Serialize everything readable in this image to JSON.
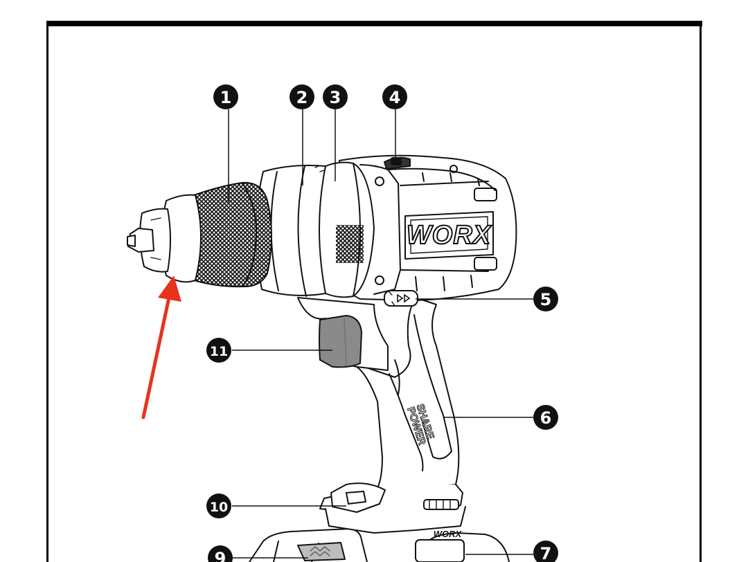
{
  "diagram": {
    "brand_logo": "WORX",
    "handle_logo_line1": "POWER",
    "handle_logo_line2": "SHARE",
    "battery_logo": "WORX",
    "callouts": [
      "1",
      "2",
      "3",
      "4",
      "5",
      "6",
      "7",
      "9",
      "10",
      "11"
    ]
  },
  "colors": {
    "outline": "#111111",
    "panel_border": "#000000",
    "arrow": "#e8321e",
    "trigger": "#8a8a8a",
    "knurl": "#1a1a1a"
  },
  "icons": {
    "direction_switch": "forward-arrows-icon",
    "pointer": "red-arrow-icon"
  }
}
